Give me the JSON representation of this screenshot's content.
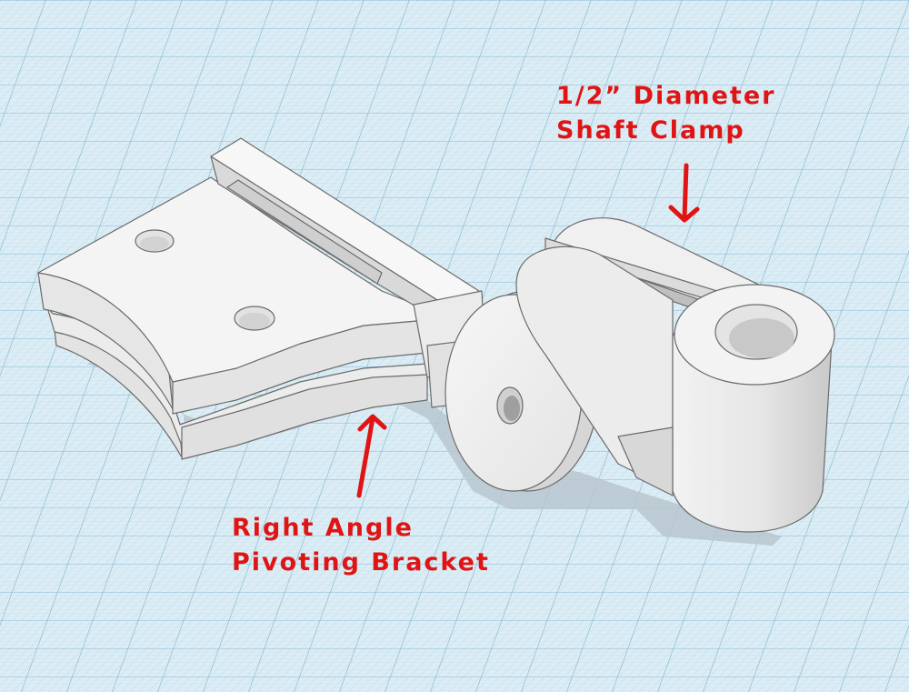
{
  "colors": {
    "grid_background": "#dcedf5",
    "grid_minor": "#b7d7e6",
    "grid_major": "#86b8d1",
    "part_face": "#f4f4f4",
    "part_side": "#e2e2e2",
    "part_dark": "#c3c3c3",
    "part_edge": "#6b6b6b",
    "shadow": "#b9c6cf",
    "annotation": "#e01414"
  },
  "annotations": {
    "shaft_clamp": {
      "line1": "1/2” Diameter",
      "line2": "Shaft Clamp"
    },
    "pivot_bracket": {
      "line1": "Right Angle",
      "line2": "Pivoting Bracket"
    }
  }
}
